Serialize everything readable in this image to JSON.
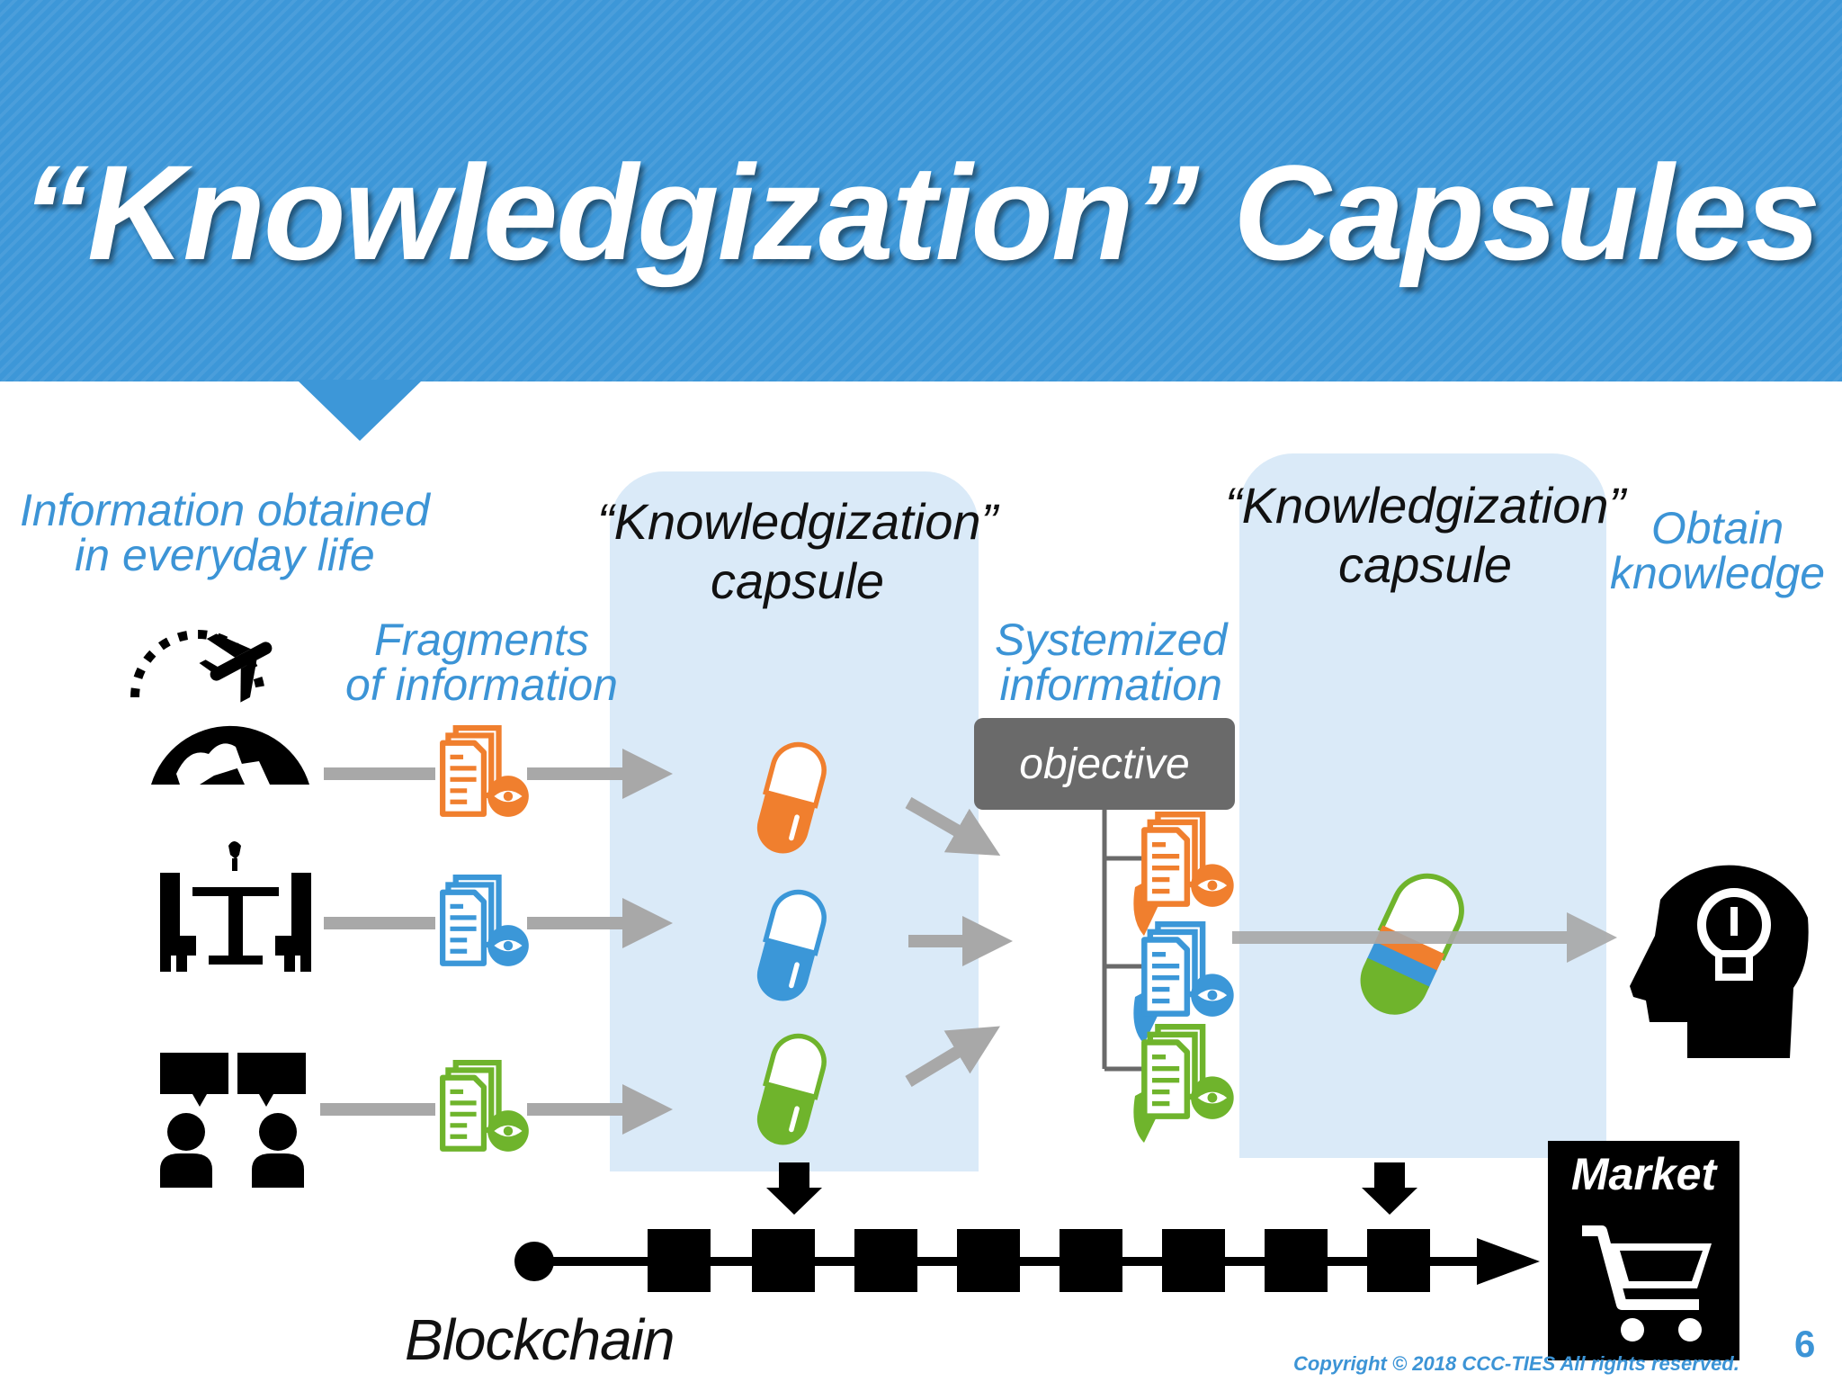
{
  "slide": {
    "title": "“Knowledgization” Capsules",
    "page_number": "6",
    "copyright": "Copyright © 2018  CCC-TIES All rights reserved."
  },
  "labels": {
    "everyday_info": [
      "Information obtained",
      "in everyday life"
    ],
    "fragments": [
      "Fragments",
      "of information"
    ],
    "capsule_left": [
      "“Knowledgization”",
      "capsule"
    ],
    "systemized": [
      "Systemized",
      "information"
    ],
    "capsule_right": [
      "“Knowledgization”",
      "capsule"
    ],
    "obtain": [
      "Obtain",
      "knowledge"
    ],
    "objective": "objective",
    "market": "Market",
    "blockchain": "Blockchain"
  },
  "colors": {
    "banner": "#3d97d8",
    "text_blue": "#3c94d6",
    "panel": "#daeaf8",
    "orange": "#f07f2e",
    "blue": "#3b97d8",
    "green": "#6fb42c",
    "arrow_gray": "#a8a8a8",
    "objective_box": "#6a6a6a"
  },
  "sources": [
    {
      "icon": "travel-icon",
      "color": "#f07f2e"
    },
    {
      "icon": "dining-icon",
      "color": "#3b97d8"
    },
    {
      "icon": "conversation-icon",
      "color": "#6fb42c"
    }
  ],
  "icons": {
    "document": "document-eye-icon",
    "capsule": "capsule-icon",
    "knowledge": "head-lightbulb-icon",
    "market": "shopping-cart-icon"
  }
}
